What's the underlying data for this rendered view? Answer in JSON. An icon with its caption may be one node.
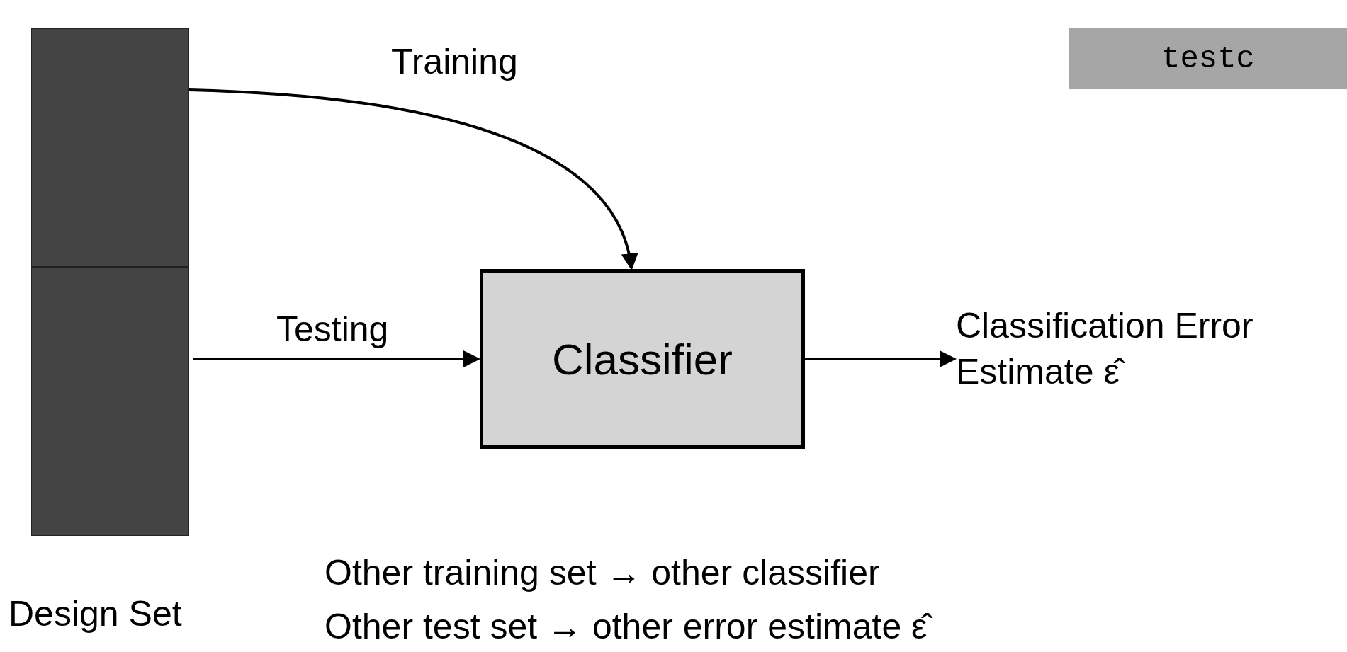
{
  "diagram": {
    "nodes": [
      {
        "text": [],
        "shape": "bar"
      },
      {
        "text": [],
        "shape": "bar"
      },
      {
        "text": [
          "Classifier"
        ]
      },
      {
        "text": [
          "Classification Error Estimate ε̂"
        ]
      },
      {
        "text": [
          "testc"
        ]
      }
    ],
    "edges": [
      {
        "from": 0,
        "to": 2,
        "arrow": "to",
        "label": "Training"
      },
      {
        "from": 1,
        "to": 2,
        "arrow": "to",
        "label": "Testing"
      },
      {
        "from": 2,
        "to": 3,
        "arrow": "to"
      }
    ],
    "labels": [
      "Design Set",
      "Other training set → other classifier",
      "Other test set → other error estimate ε̂"
    ]
  }
}
